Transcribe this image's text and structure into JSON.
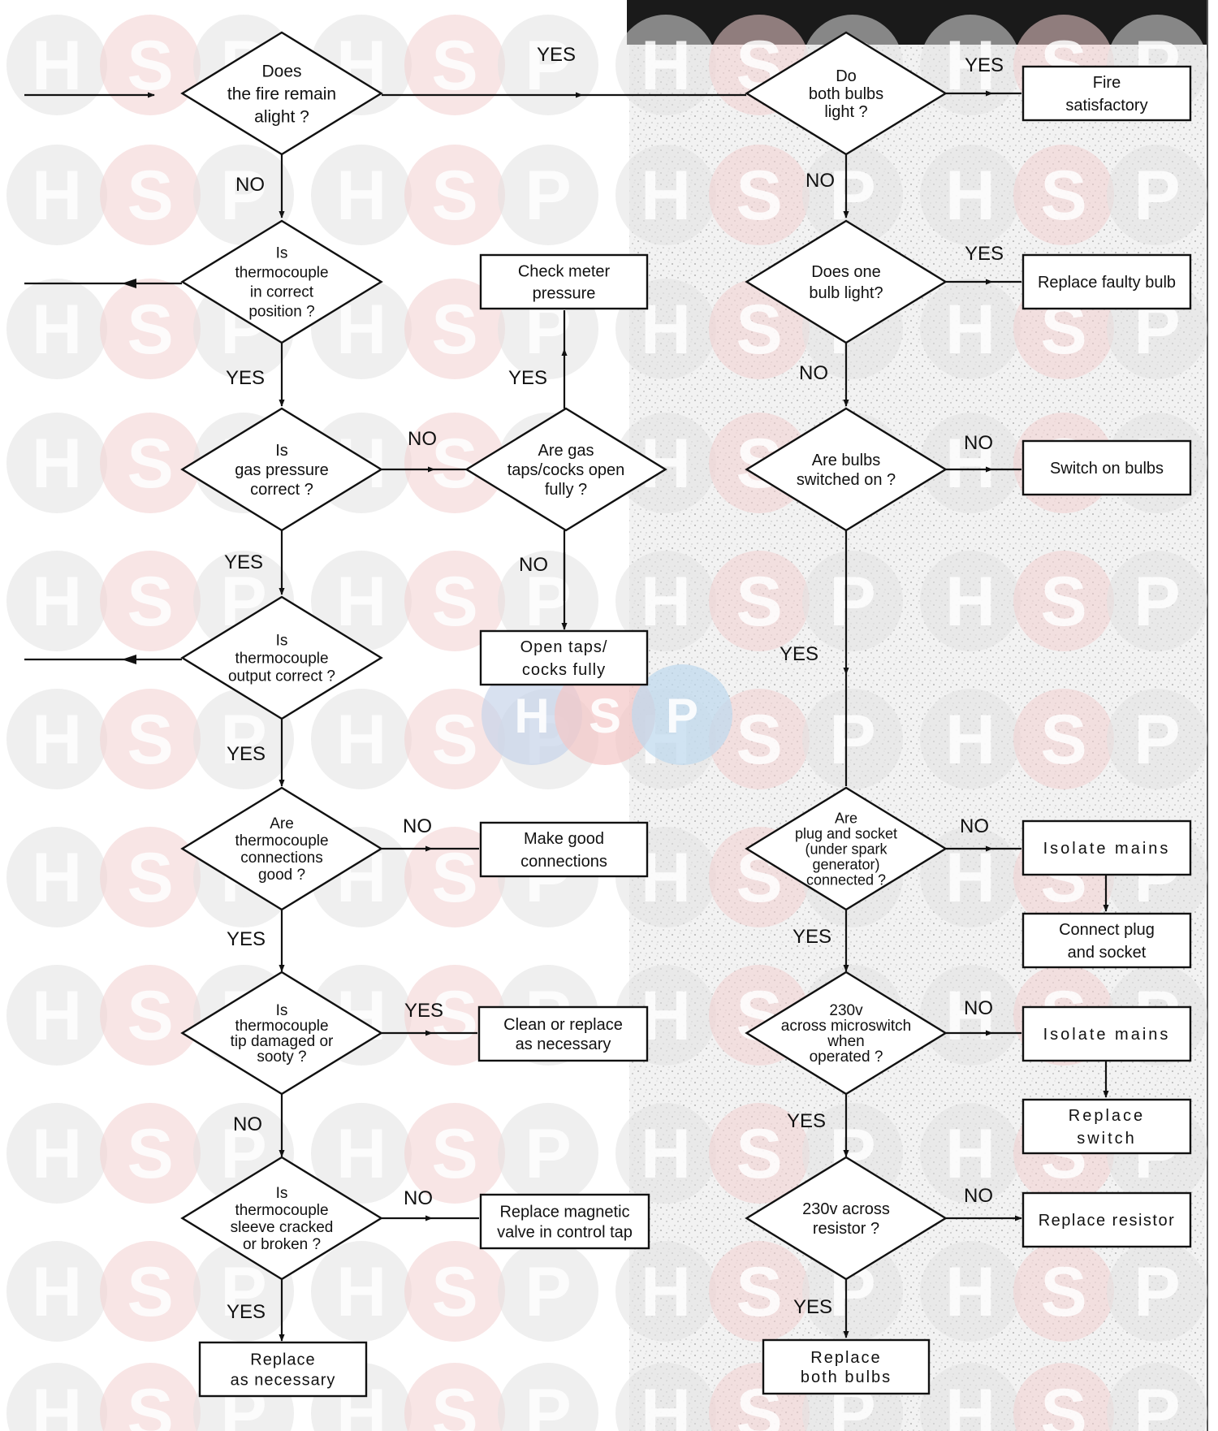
{
  "watermark": {
    "letters": [
      "H",
      "S",
      "P"
    ],
    "colors": {
      "H": "#e2e2e2",
      "S": "#f2cfcf",
      "P": "#e2e2e2"
    },
    "center_logo_colors": [
      "#c7d4ea",
      "#f3c6c6",
      "#bdd8ee"
    ]
  },
  "colors": {
    "line": "#111111",
    "box_fill": "#ffffff",
    "dark_band": "#1a1a1a"
  },
  "diamonds": {
    "fire_alight": [
      "Does",
      "the fire remain",
      "alight ?"
    ],
    "tc_position": [
      "Is",
      "thermocouple",
      "in correct",
      "position ?"
    ],
    "gas_pressure": [
      "Is",
      "gas pressure",
      "correct  ?"
    ],
    "gas_taps": [
      "Are gas",
      "taps/cocks open",
      "fully ?"
    ],
    "tc_output": [
      "Is",
      "thermocouple",
      "output correct ?"
    ],
    "tc_connections": [
      "Are",
      "thermocouple",
      "connections",
      "good ?"
    ],
    "tc_tip": [
      "Is",
      "thermocouple",
      "tip damaged or",
      "sooty ?"
    ],
    "tc_sleeve": [
      "Is",
      "thermocouple",
      "sleeve cracked",
      "or broken ?"
    ],
    "both_bulbs": [
      "Do",
      "both bulbs",
      "light ?"
    ],
    "one_bulb": [
      "Does one",
      "bulb light?"
    ],
    "bulbs_switched": [
      "Are bulbs",
      "switched on ?"
    ],
    "plug_socket": [
      "Are",
      "plug and socket",
      "(under spark",
      "generator)",
      "connected ?"
    ],
    "microswitch": [
      "230v",
      "across microswitch",
      "when",
      "operated ?"
    ],
    "resistor": [
      "230v across",
      "resistor ?"
    ]
  },
  "boxes": {
    "check_meter": [
      "Check meter",
      "pressure"
    ],
    "open_taps": [
      "Open taps/",
      "cocks fully"
    ],
    "make_good": [
      "Make good",
      "connections"
    ],
    "clean_replace": [
      "Clean or replace",
      "as necessary"
    ],
    "replace_magnetic": [
      "Replace magnetic",
      "valve in control tap"
    ],
    "replace_necessary": [
      "Replace",
      "as necessary"
    ],
    "fire_satisfactory": [
      "Fire",
      "satisfactory"
    ],
    "replace_faulty_bulb": [
      "Replace faulty bulb"
    ],
    "switch_on_bulbs": [
      "Switch on bulbs"
    ],
    "isolate_mains_1": [
      "Isolate mains"
    ],
    "connect_plug": [
      "Connect plug",
      "and socket"
    ],
    "isolate_mains_2": [
      "Isolate mains"
    ],
    "replace_switch": [
      "Replace",
      "switch"
    ],
    "replace_resistor": [
      "Replace resistor"
    ],
    "replace_both_bulbs": [
      "Replace",
      "both bulbs"
    ]
  },
  "labels": {
    "fire_alight_yes": "YES",
    "fire_alight_no": "NO",
    "tc_position_yes": "YES",
    "gas_pressure_no": "NO",
    "gas_pressure_yes": "YES",
    "gas_taps_yes": "YES",
    "gas_taps_no": "NO",
    "tc_output_yes": "YES",
    "tc_connections_no": "NO",
    "tc_connections_yes": "YES",
    "tc_tip_yes": "YES",
    "tc_tip_no": "NO",
    "tc_sleeve_no": "NO",
    "tc_sleeve_yes": "YES",
    "both_bulbs_yes": "YES",
    "both_bulbs_no": "NO",
    "one_bulb_yes": "YES",
    "one_bulb_no": "NO",
    "bulbs_switched_no": "NO",
    "bulbs_switched_yes": "YES",
    "plug_socket_no": "NO",
    "plug_socket_yes": "YES",
    "microswitch_no": "NO",
    "microswitch_yes": "YES",
    "resistor_no": "NO",
    "resistor_yes": "YES"
  }
}
